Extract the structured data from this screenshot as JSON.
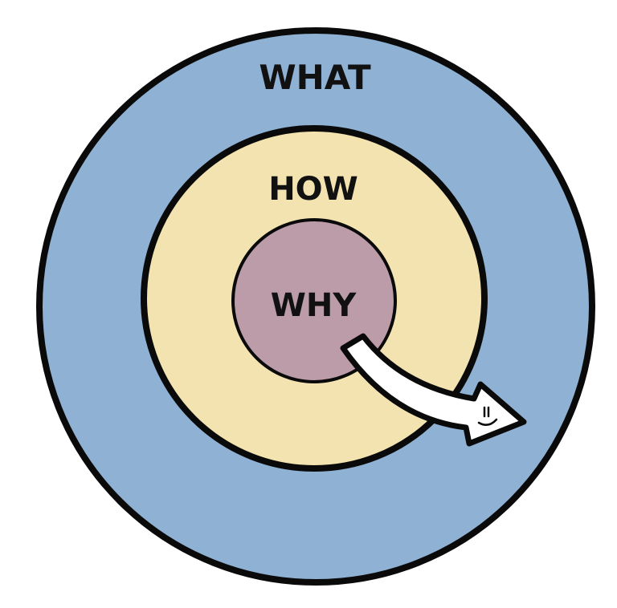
{
  "labels": {
    "outer": "WHAT",
    "middle": "HOW",
    "inner": "WHY"
  },
  "colors": {
    "outer": "#8fb1d3",
    "middle": "#f3e3b0",
    "inner": "#bb9ca8",
    "arrow": "#ffffff",
    "stroke": "#0a0a0a"
  }
}
